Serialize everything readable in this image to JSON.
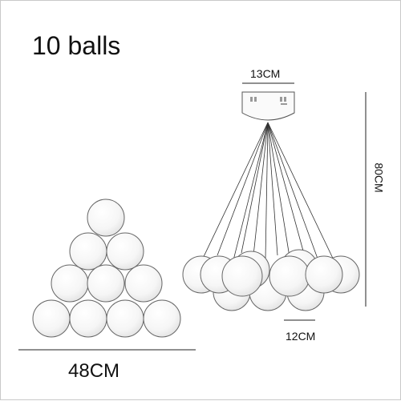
{
  "title": "10 balls",
  "dimensions": {
    "canopy_width": "13CM",
    "ball_size": "12CM",
    "height": "80CM",
    "overall_width": "48CM"
  }
}
